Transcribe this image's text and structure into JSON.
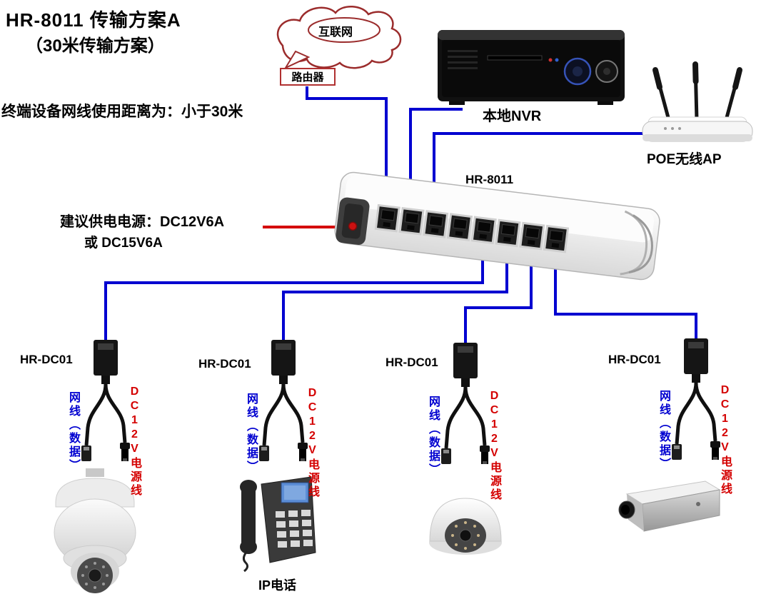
{
  "title": {
    "line1": "HR-8011 传输方案A",
    "line2": "（30米传输方案）"
  },
  "note": "终端设备网线使用距离为：小于30米",
  "cloud": {
    "label": "互联网"
  },
  "router": {
    "label": "路由器"
  },
  "nvr": {
    "label": "本地NVR"
  },
  "ap": {
    "label": "POE无线AP"
  },
  "switch": {
    "label": "HR-8011"
  },
  "power_note": {
    "line1": "建议供电电源：DC12V6A",
    "line2": "或 DC15V6A"
  },
  "splitters": [
    {
      "label": "HR-DC01",
      "data_cable": "网线（数据）",
      "power_cable": "DC12V电源线"
    },
    {
      "label": "HR-DC01",
      "data_cable": "网线（数据）",
      "power_cable": "DC12V电源线"
    },
    {
      "label": "HR-DC01",
      "data_cable": "网线（数据）",
      "power_cable": "DC12V电源线"
    },
    {
      "label": "HR-DC01",
      "data_cable": "网线（数据）",
      "power_cable": "DC12V电源线"
    }
  ],
  "ip_phone": {
    "label": "IP电话"
  },
  "colors": {
    "wire_blue": "#0000d0",
    "accent_red": "#d40000",
    "cloud_outline": "#9b2c2c"
  }
}
